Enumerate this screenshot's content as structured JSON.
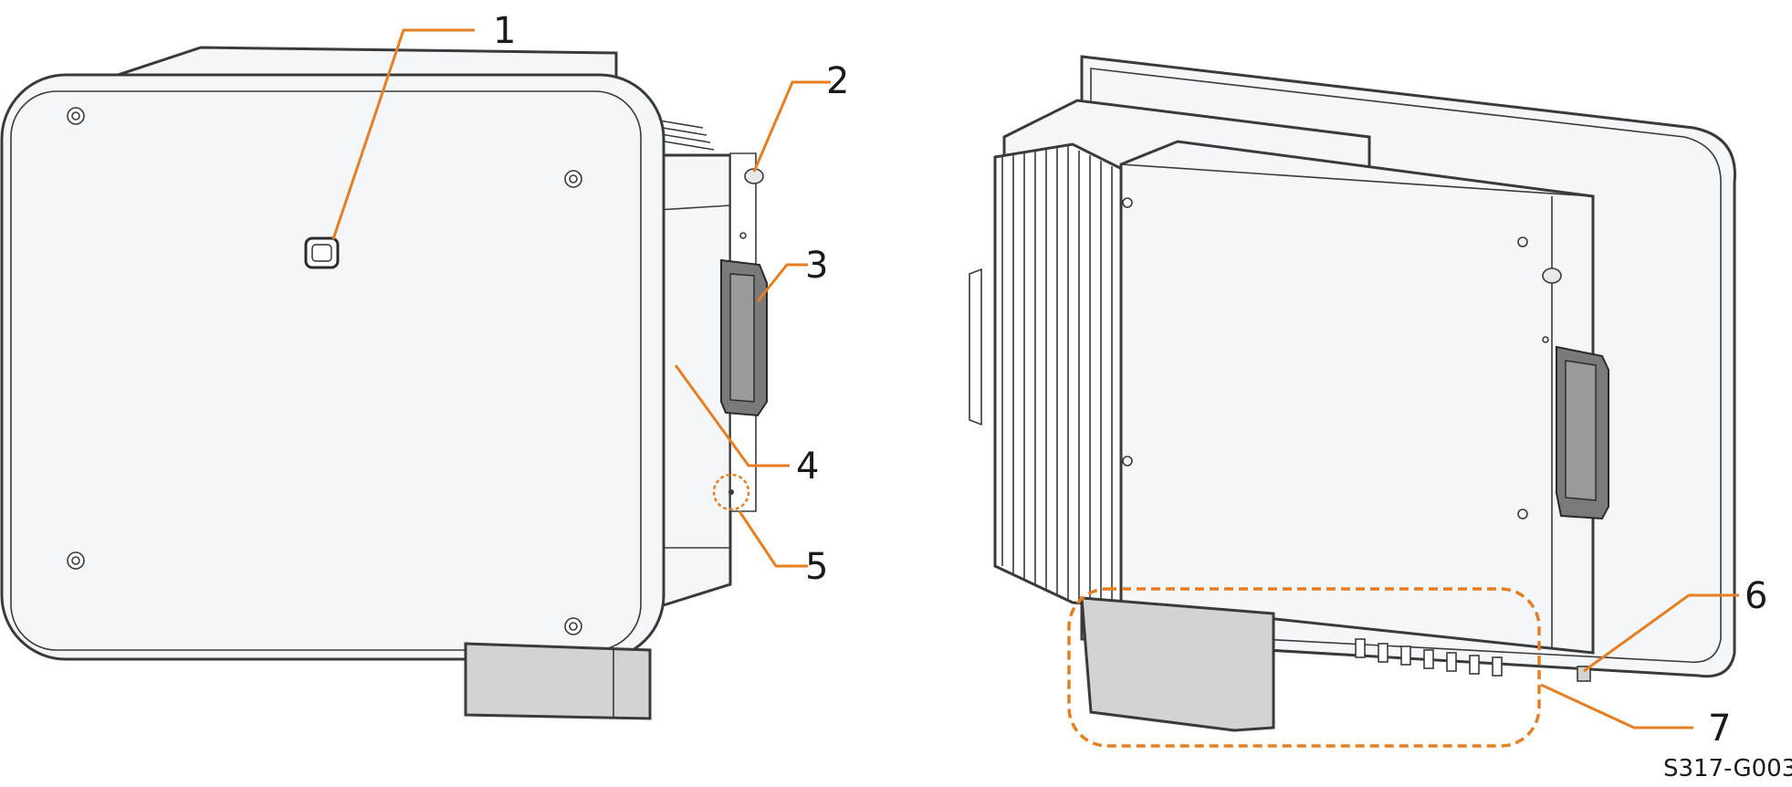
{
  "callouts": [
    {
      "id": "1",
      "label": "1"
    },
    {
      "id": "2",
      "label": "2"
    },
    {
      "id": "3",
      "label": "3"
    },
    {
      "id": "4",
      "label": "4"
    },
    {
      "id": "5",
      "label": "5"
    },
    {
      "id": "6",
      "label": "6"
    },
    {
      "id": "7",
      "label": "7"
    }
  ],
  "figure_code": "S317-G003",
  "colors": {
    "leader": "#e67e22",
    "outline": "#3a3a3a",
    "housing": "#f4f7fa",
    "box_gray": "#d3d3d3",
    "handle": "#7a7a7a"
  }
}
